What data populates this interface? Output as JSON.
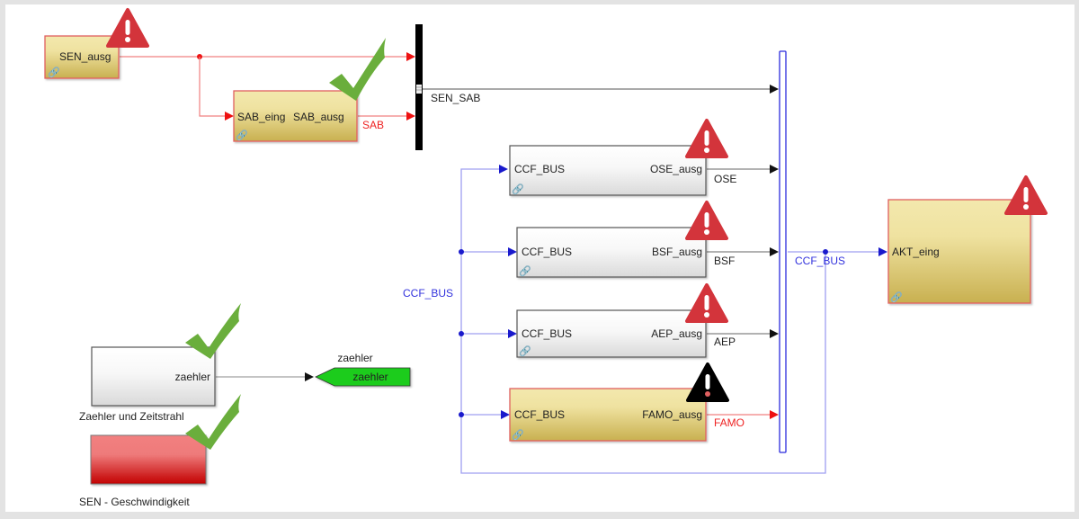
{
  "colors": {
    "warning_red": "#d3343b",
    "warning_black": "#000000",
    "check_green": "#6aae3c",
    "signal_red": "#ee1111",
    "bus_blue": "#1a1acc",
    "bus_blue_light": "#9f9ff0",
    "signal_black": "#222222",
    "block_gold_top": "#f2e6a8",
    "block_gold_bottom": "#c9b152",
    "block_red_top": "#f48585",
    "block_red_bottom": "#c40000",
    "goto_green": "#1ecc1e"
  },
  "blocks": {
    "sen_ausg": {
      "port_out": "SEN_ausg",
      "status": "warning"
    },
    "sab": {
      "port_in": "SAB_eing",
      "port_out": "SAB_ausg",
      "status": "ok"
    },
    "ose": {
      "port_in": "CCF_BUS",
      "port_out": "OSE_ausg",
      "status": "warning"
    },
    "bsf": {
      "port_in": "CCF_BUS",
      "port_out": "BSF_ausg",
      "status": "warning"
    },
    "aep": {
      "port_in": "CCF_BUS",
      "port_out": "AEP_ausg",
      "status": "warning"
    },
    "famo": {
      "port_in": "CCF_BUS",
      "port_out": "FAMO_ausg",
      "status": "error"
    },
    "akt": {
      "port_in": "AKT_eing",
      "status": "warning"
    },
    "zaehler": {
      "port_out": "zaehler",
      "name": "Zaehler und Zeitstrahl",
      "status": "ok"
    },
    "sen_geschw": {
      "name": "SEN - Geschwindigkeit",
      "status": "ok"
    },
    "goto": {
      "tag": "zaehler",
      "label": "zaehler"
    }
  },
  "signals": {
    "sen_sab": "SEN_SAB",
    "sab": "SAB",
    "ose": "OSE",
    "bsf": "BSF",
    "aep": "AEP",
    "famo": "FAMO",
    "ccf_bus_left": "CCF_BUS",
    "ccf_bus_right": "CCF_BUS"
  }
}
